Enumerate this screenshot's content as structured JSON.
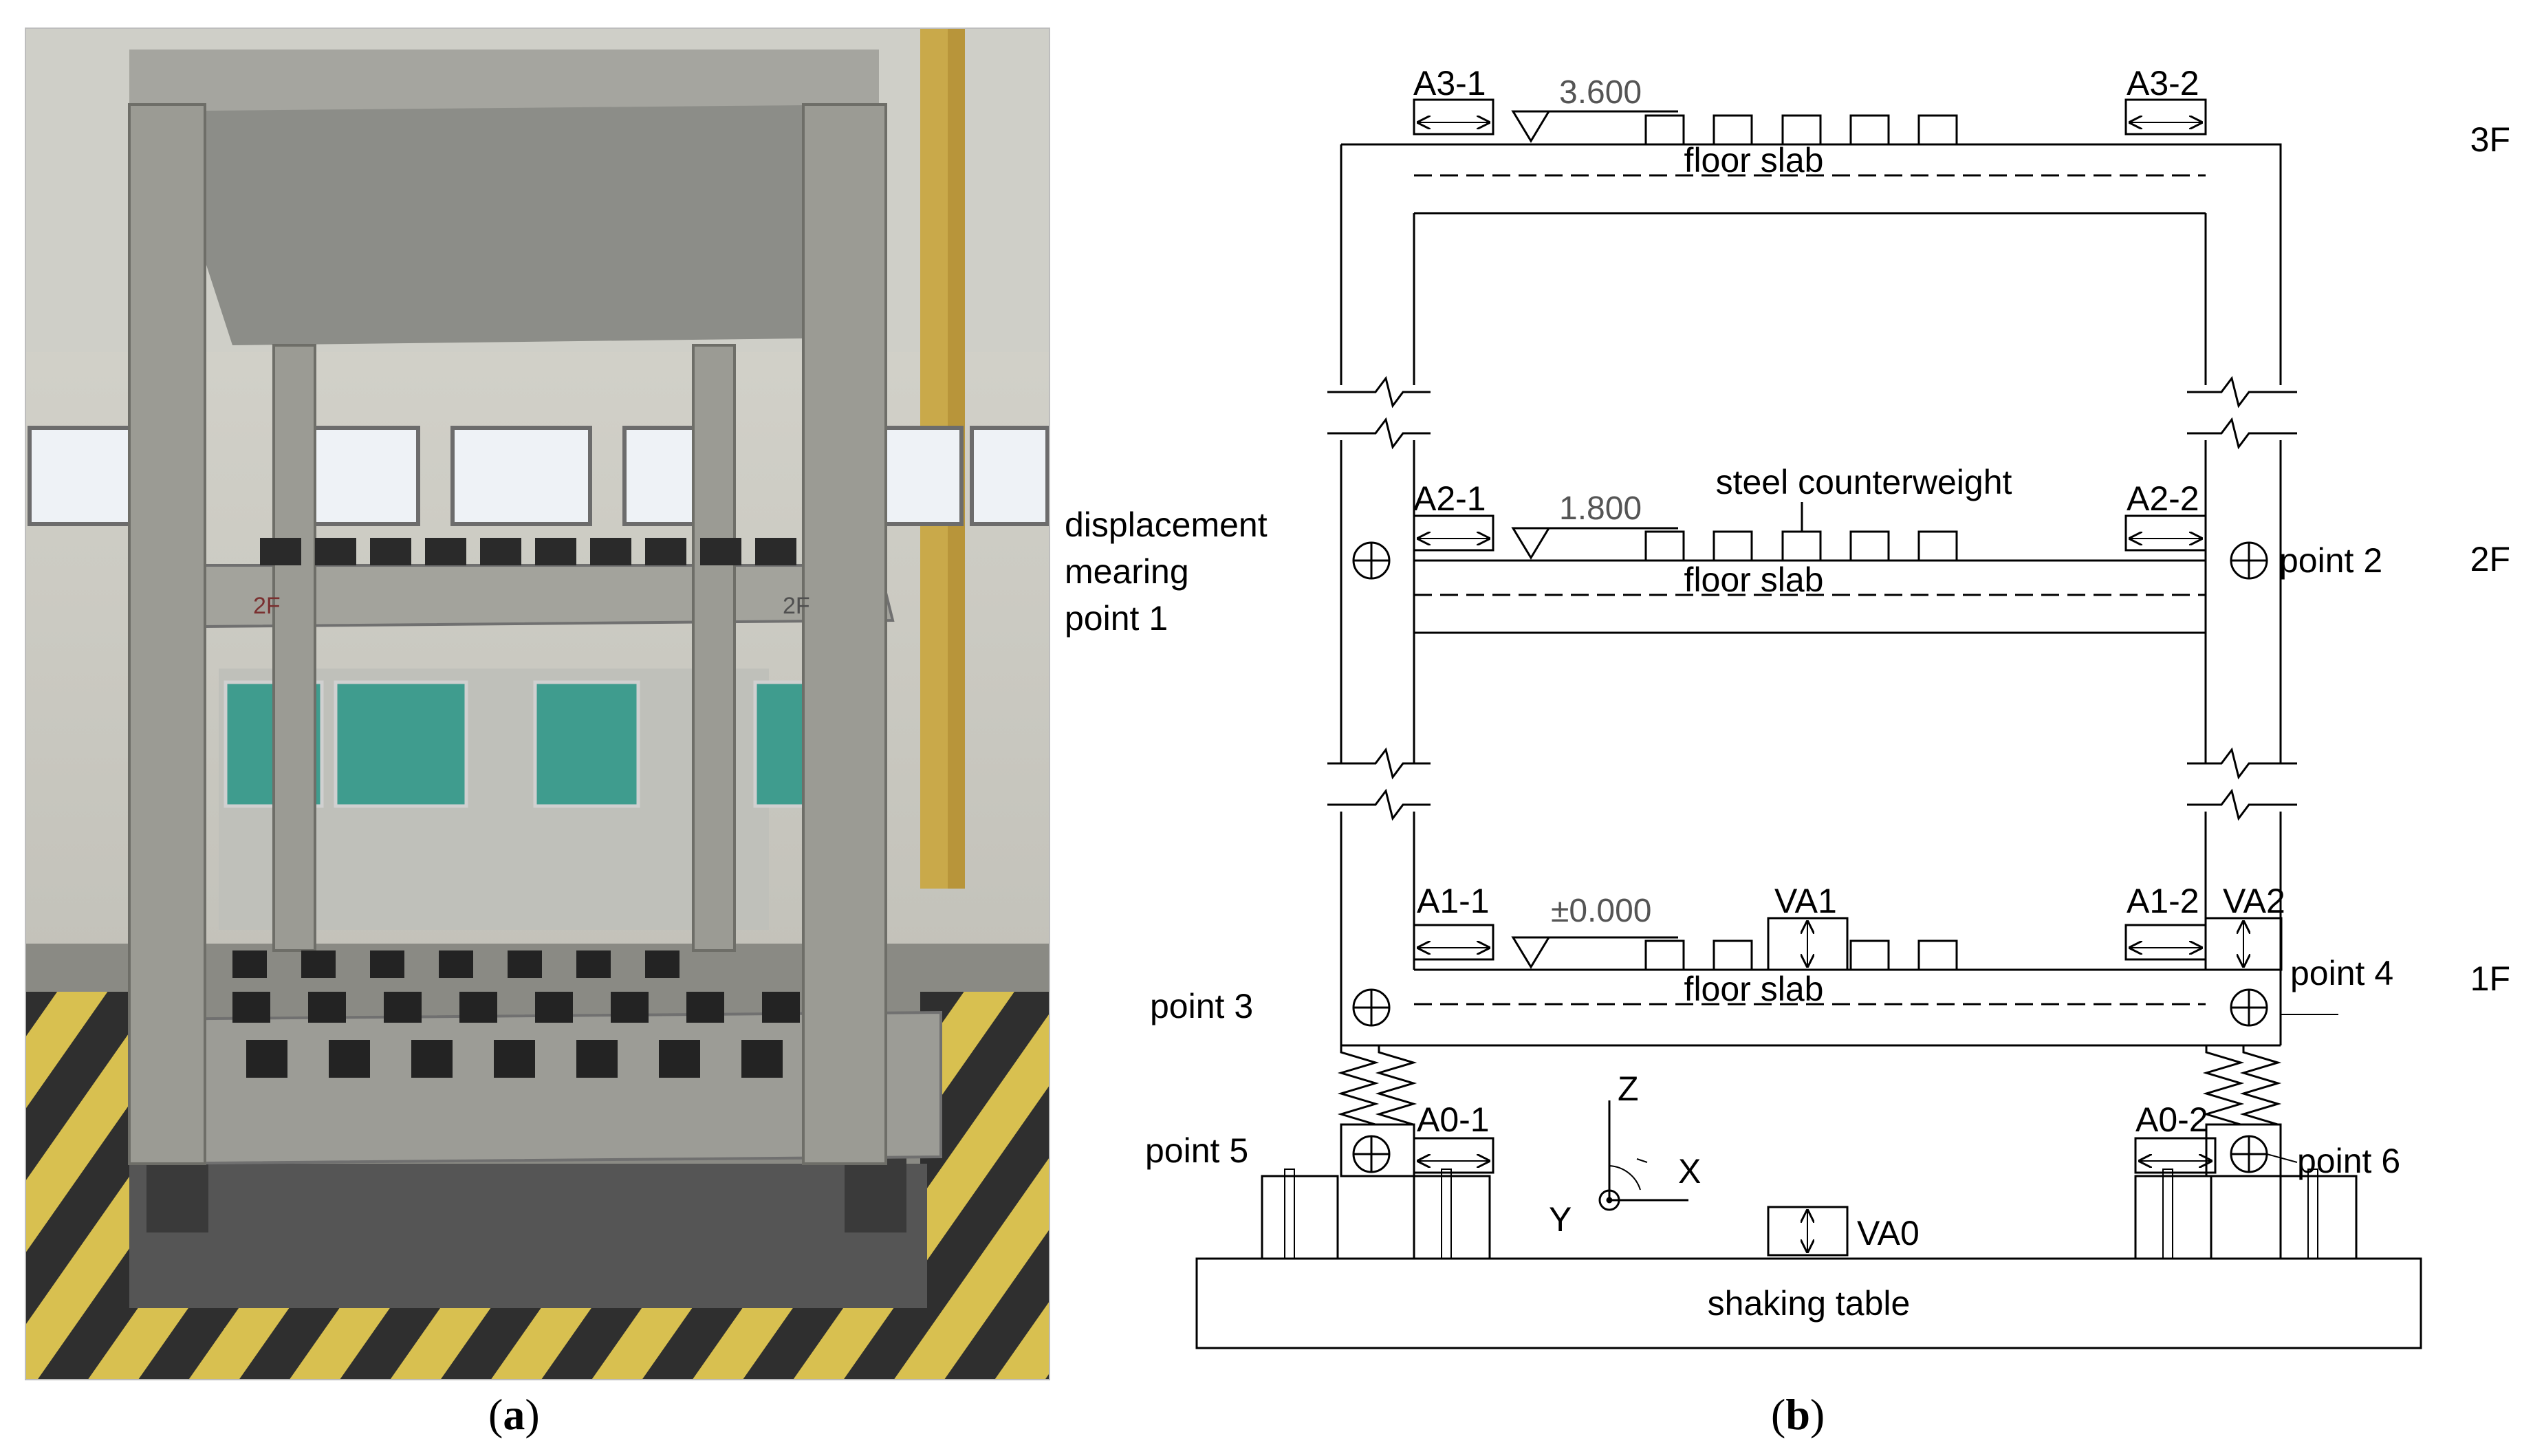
{
  "panel_a": {
    "caption_label": "a",
    "photo_marks": {
      "floor_2_left": "2F",
      "floor_2_right": "2F"
    }
  },
  "panel_b": {
    "caption_label": "b",
    "floors": {
      "f3": "3F",
      "f2": "2F",
      "f1": "1F"
    },
    "elevations": {
      "e3": "3.600",
      "e2": "1.800",
      "e1": "±0.000"
    },
    "slab_label": "floor slab",
    "counterweight_label": "steel counterweight",
    "accelerometers": {
      "a3_1": "A3-1",
      "a3_2": "A3-2",
      "a2_1": "A2-1",
      "a2_2": "A2-2",
      "a1_1": "A1-1",
      "a1_2": "A1-2",
      "a0_1": "A0-1",
      "a0_2": "A0-2",
      "va1": "VA1",
      "va2": "VA2",
      "va0": "VA0"
    },
    "displacement_point_1": [
      "displacement",
      "mearing",
      "point 1"
    ],
    "points": {
      "p2": "point 2",
      "p3": "point 3",
      "p4": "point 4",
      "p5": "point 5",
      "p6": "point 6"
    },
    "axes": {
      "z": "Z",
      "x": "X",
      "y": "Y"
    },
    "base_label": "shaking table"
  }
}
